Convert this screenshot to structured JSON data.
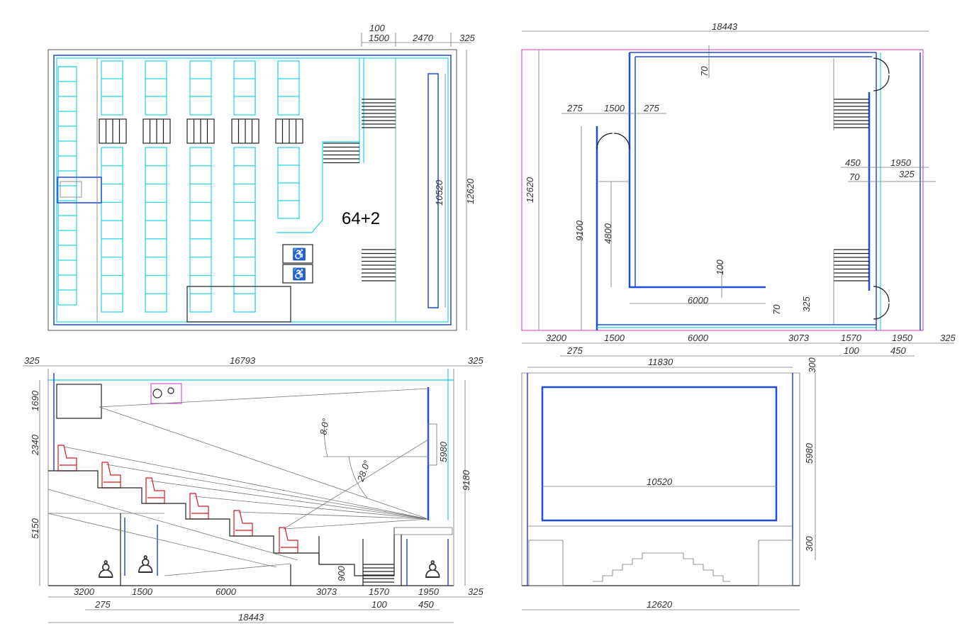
{
  "plan": {
    "capacity_label": "64+2",
    "dims": {
      "top_100": "100",
      "top_1500": "1500",
      "top_2470": "2470",
      "top_325": "325",
      "screen_10520": "10520",
      "height_12620": "12620"
    }
  },
  "room_plan": {
    "dims": {
      "overall_18443": "18443",
      "d_70_top": "70",
      "d_275_a": "275",
      "d_1500": "1500",
      "d_275_b": "275",
      "d_450": "450",
      "d_1950": "1950",
      "d_70_mid": "70",
      "d_325_mid": "325",
      "d_12620": "12620",
      "d_9100": "9100",
      "d_4800": "4800",
      "d_100": "100",
      "d_6000_in": "6000",
      "d_70_low": "70",
      "d_325_low": "325",
      "b_3200": "3200",
      "b_1500": "1500",
      "b_6000": "6000",
      "b_3073": "3073",
      "b_1570": "1570",
      "b_1950": "1950",
      "b_325": "325",
      "b_275": "275",
      "b_100": "100",
      "b_450": "450"
    }
  },
  "section": {
    "dims": {
      "t_325_l": "325",
      "t_16793": "16793",
      "t_325_r": "325",
      "l_1690": "1690",
      "l_2340": "2340",
      "l_5150": "5150",
      "r_9180": "9180",
      "scr_5980": "5980",
      "ang_8": "8.0°",
      "ang_28": "28.0°",
      "d_900": "900",
      "b_3200": "3200",
      "b_1500": "1500",
      "b_6000": "6000",
      "b_3073": "3073",
      "b_1570": "1570",
      "b_1950": "1950",
      "b_325": "325",
      "b_275": "275",
      "b_100": "100",
      "b_450": "450",
      "b_18443": "18443"
    }
  },
  "elevation": {
    "dims": {
      "t_11830": "11830",
      "r_300_t": "300",
      "r_5980": "5980",
      "r_300_b": "300",
      "w_10520": "10520",
      "b_12620": "12620"
    }
  },
  "colors": {
    "blue": "#1f4fd8",
    "cyan": "#22d3e6",
    "magenta": "#cc33cc",
    "red": "#e01818"
  }
}
